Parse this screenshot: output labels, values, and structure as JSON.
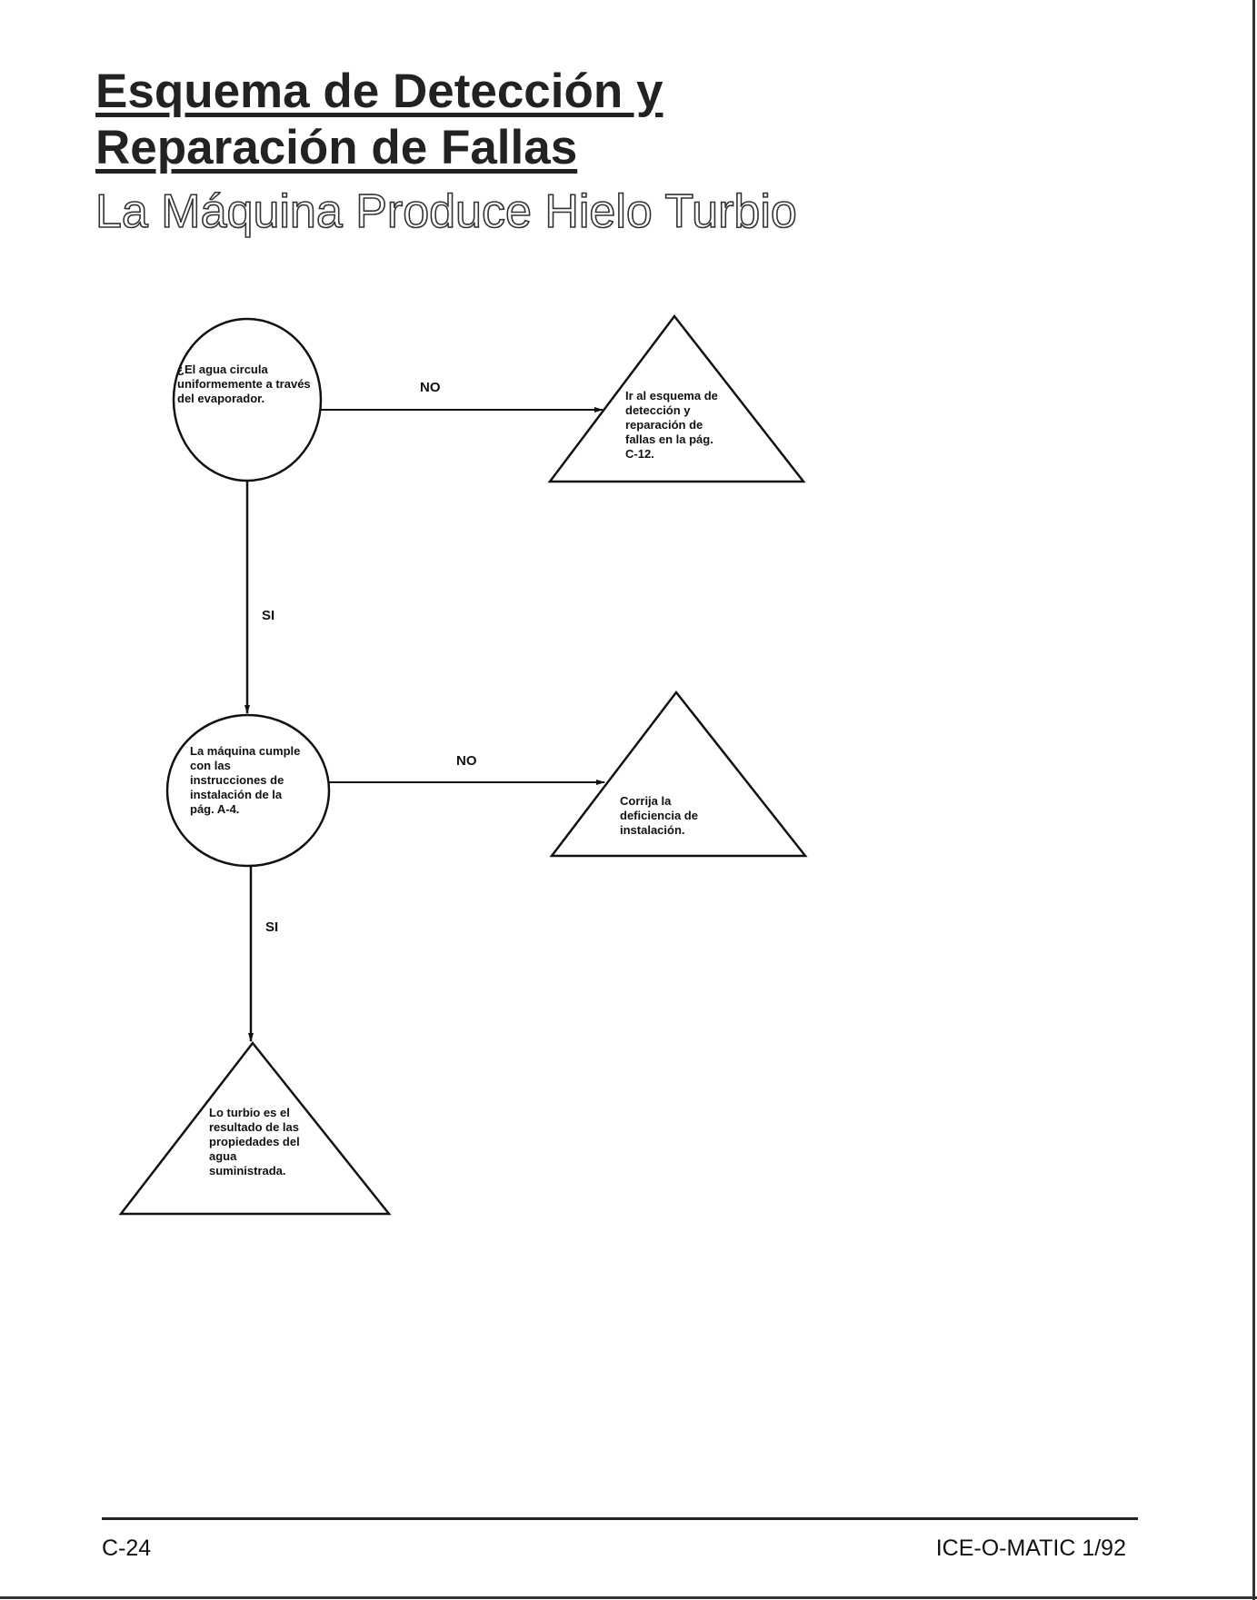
{
  "title": {
    "line1": "Esquema de Detección y",
    "line2": "Reparación de Fallas"
  },
  "subtitle": "La Máquina Produce Hielo Turbio",
  "nodes": {
    "q1": "¿El agua circula uniformemente a través del evaporador.",
    "t1": "Ir al esquema de detección y reparación de fallas en la pág. C-12.",
    "q2": "La máquina cumple con las instrucciones de instalación de la pág. A-4.",
    "t2": "Corrija la deficiencia de instalación.",
    "t3": "Lo turbio es el resultado de las propiedades del agua suministrada."
  },
  "edges": {
    "q1_no": "NO",
    "q1_si": "SI",
    "q2_no": "NO",
    "q2_si": "SI"
  },
  "footer": {
    "page": "C-24",
    "brand": "ICE-O-MATIC 1/92"
  }
}
